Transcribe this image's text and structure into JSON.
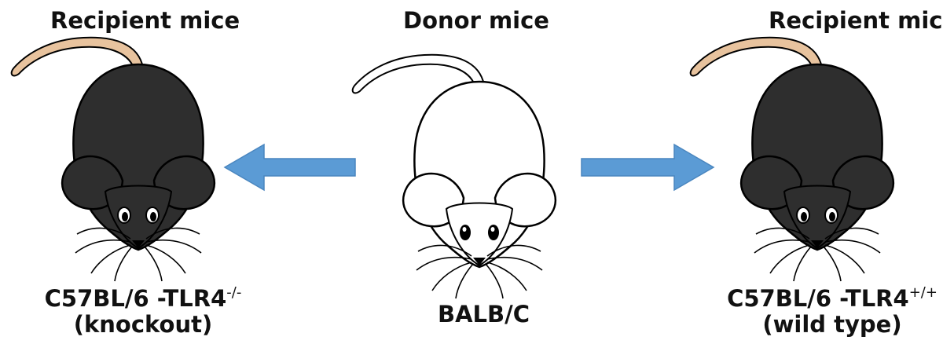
{
  "colors": {
    "dark_mouse_body": "#2e2e2e",
    "dark_mouse_shade": "#1f1f1f",
    "tail_tan": "#e8c39e",
    "arrow_blue": "#5b9bd5",
    "white_mouse_body": "#ffffff",
    "outline": "#000000"
  },
  "left_group": {
    "heading": "Recipient mice",
    "strain_prefix": "C57BL/6 -TLR4",
    "strain_superscript": "-/-",
    "strain_note": "(knockout)",
    "mouse_icon": "black-mouse-icon"
  },
  "center_group": {
    "heading": "Donor mice",
    "strain": "BALB/C",
    "mouse_icon": "white-mouse-icon"
  },
  "right_group": {
    "heading": "Recipient mice",
    "strain_prefix": "C57BL/6 -TLR4",
    "strain_superscript": "+/+",
    "strain_note": "(wild type)",
    "mouse_icon": "black-mouse-icon"
  },
  "arrows": {
    "left_direction": "left",
    "right_direction": "right",
    "icon": "arrow-icon"
  }
}
